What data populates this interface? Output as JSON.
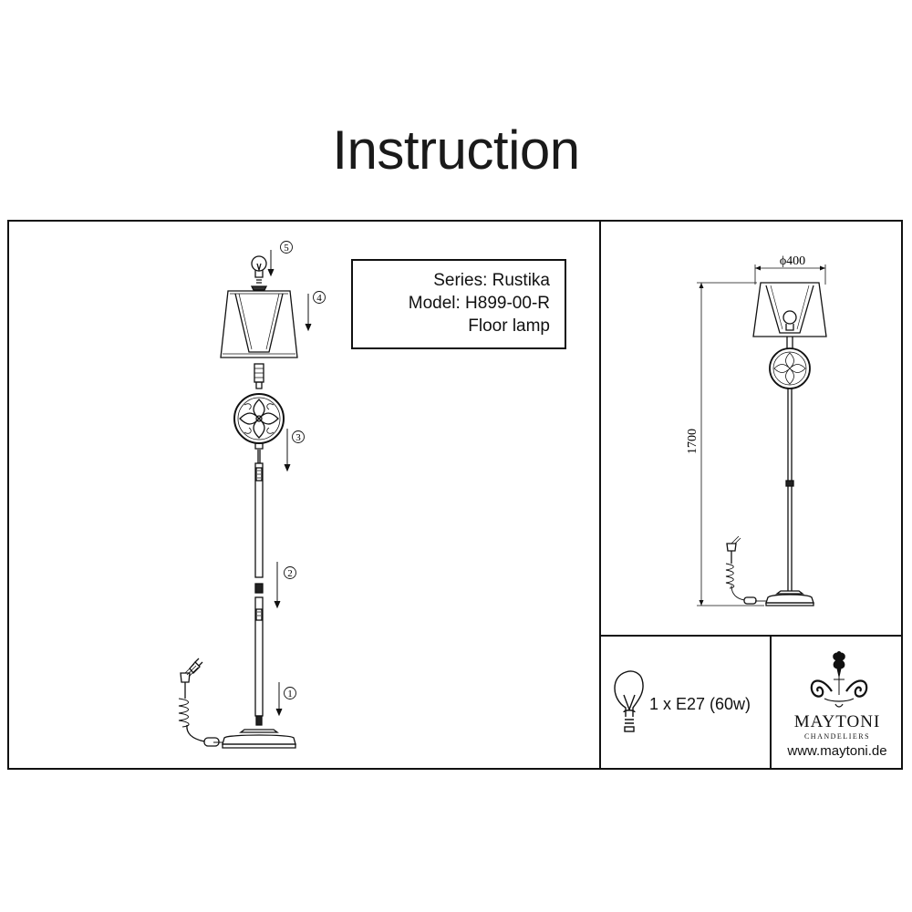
{
  "title": "Instruction",
  "product": {
    "series": "Series: Rustika",
    "model": "Model: H899-00-R",
    "type": "Floor lamp"
  },
  "assembly_steps": [
    "1",
    "2",
    "3",
    "4",
    "5"
  ],
  "dimensions": {
    "diameter": "ϕ400",
    "height": "1700"
  },
  "bulb": {
    "icon": "light-bulb-icon",
    "spec": "1 x E27 (60w)"
  },
  "brand": {
    "name": "MAYTONI",
    "subtitle": "CHANDELIERS",
    "url": "www.maytoni.de",
    "logo_icon": "fleur-ornament-icon"
  }
}
